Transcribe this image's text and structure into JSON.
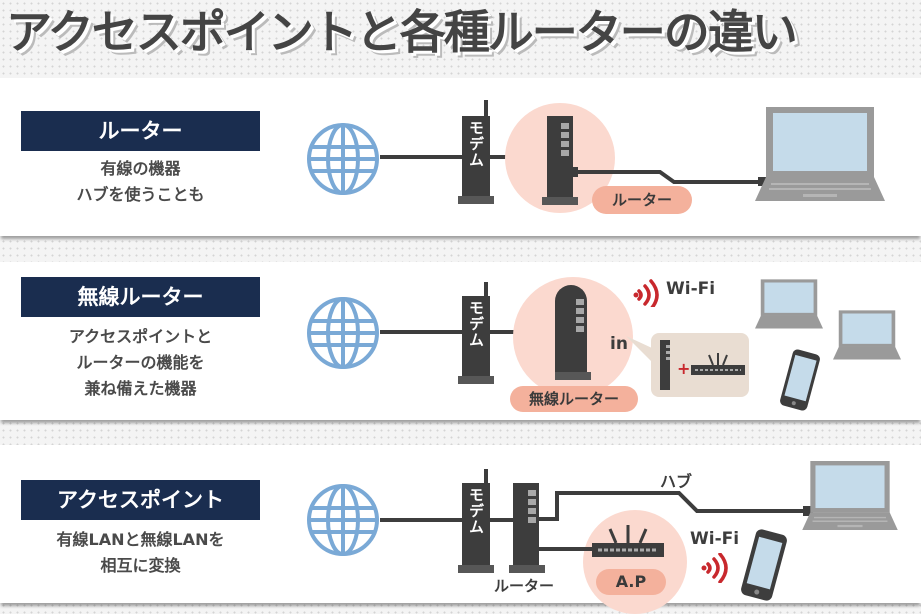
{
  "title": "アクセスポイントと各種ルーターの違い",
  "sections": [
    {
      "label": "ルーター",
      "description": [
        "有線の機器",
        "ハブを使うことも"
      ],
      "diagram": {
        "modem_label": "モデム",
        "device_label": "ルーター"
      }
    },
    {
      "label": "無線ルーター",
      "description": [
        "アクセスポイントと",
        "ルーターの機能を",
        "兼ね備えた機器"
      ],
      "diagram": {
        "modem_label": "モデム",
        "device_label": "無線ルーター",
        "wifi_label": "Wi-Fi",
        "in_label": "in",
        "plus_symbol": "+"
      }
    },
    {
      "label": "アクセスポイント",
      "description": [
        "有線LANと無線LANを",
        "相互に変換"
      ],
      "diagram": {
        "modem_label": "モデム",
        "router_label": "ルーター",
        "hub_label": "ハブ",
        "device_label": "A.P",
        "wifi_label": "Wi-Fi"
      }
    }
  ],
  "colors": {
    "label_bg": "#1a2d4f",
    "halo": "#fbd9cf",
    "pill": "#f4b19c",
    "globe": "#7aa9d6",
    "device_dark": "#3d3d3d",
    "wifi_red": "#c8282d",
    "laptop_screen": "#c5dbea",
    "laptop_body": "#9a9a9a"
  }
}
